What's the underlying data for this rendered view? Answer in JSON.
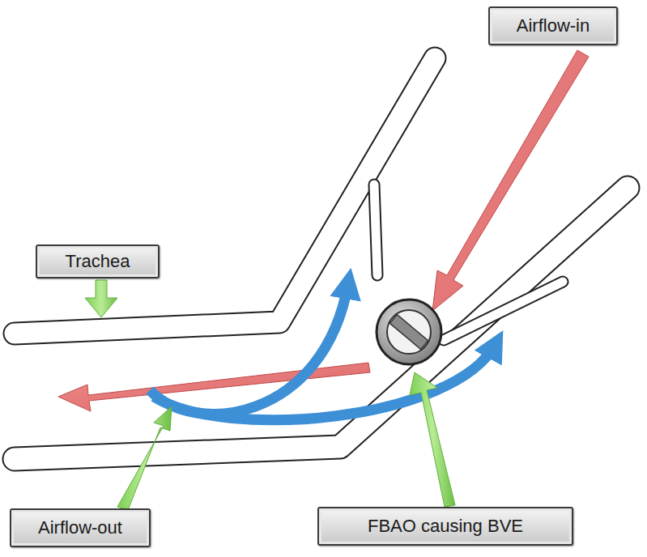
{
  "diagram": {
    "nodes": [
      {
        "text": [
          "Airflow-in"
        ]
      },
      {
        "text": [
          "Trachea"
        ]
      },
      {
        "text": [
          "Airflow-out"
        ]
      },
      {
        "text": [
          "FBAO causing BVE"
        ]
      }
    ]
  }
}
